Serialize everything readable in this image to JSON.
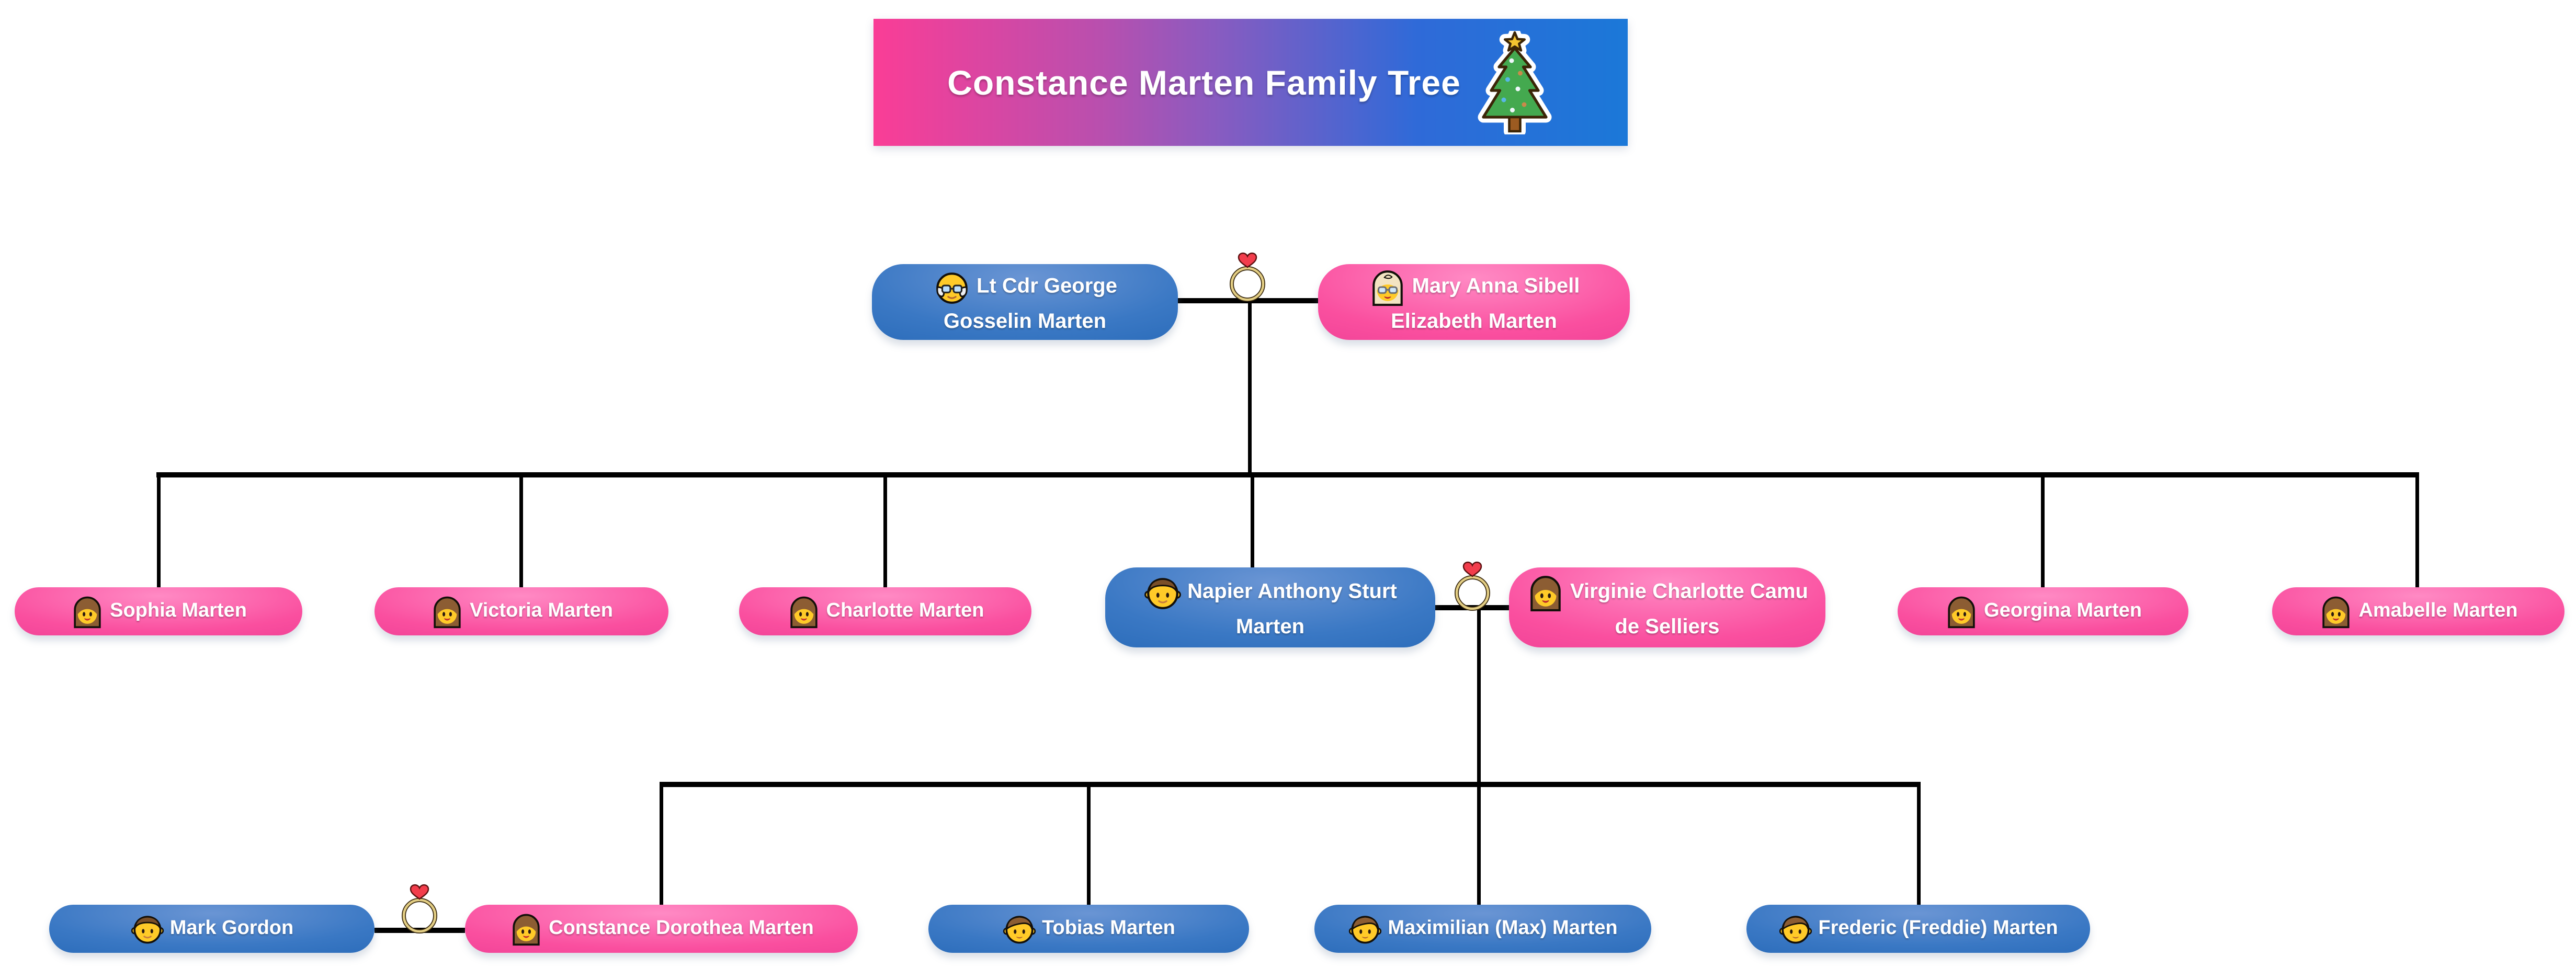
{
  "title": {
    "label": "Constance Marten Family Tree",
    "icon": "christmas-tree-icon"
  },
  "colors": {
    "male_node": "#2D73C2",
    "female_node": "#F4459B",
    "banner_gradient_left": "#FA3D96",
    "banner_gradient_middle": "#8A5BC0",
    "banner_gradient_right": "#1B78D8",
    "connector": "#000000",
    "node_text": "#FFFFFF",
    "ring_gold": "#D9C06F",
    "heart_red": "#F23D4C"
  },
  "persons": {
    "george": {
      "name": "Lt Cdr George Gosselin Marten",
      "gender": "male",
      "icon": "old-man-emoji"
    },
    "mary": {
      "name": "Mary Anna Sibell Elizabeth Marten",
      "gender": "female",
      "icon": "old-woman-emoji"
    },
    "sophia": {
      "name": "Sophia Marten",
      "gender": "female",
      "icon": "woman-emoji"
    },
    "victoria": {
      "name": "Victoria Marten",
      "gender": "female",
      "icon": "woman-emoji"
    },
    "charlotte": {
      "name": "Charlotte Marten",
      "gender": "female",
      "icon": "woman-emoji"
    },
    "napier": {
      "name": "Napier Anthony Sturt Marten",
      "gender": "male",
      "icon": "man-emoji"
    },
    "virginie": {
      "name": "Virginie Charlotte Camu de Selliers",
      "gender": "female",
      "icon": "woman-emoji"
    },
    "georgina": {
      "name": "Georgina Marten",
      "gender": "female",
      "icon": "woman-emoji"
    },
    "amabelle": {
      "name": "Amabelle Marten",
      "gender": "female",
      "icon": "woman-emoji"
    },
    "mark": {
      "name": "Mark Gordon",
      "gender": "male",
      "icon": "man-emoji"
    },
    "constance": {
      "name": "Constance Dorothea Marten",
      "gender": "female",
      "icon": "woman-emoji"
    },
    "tobias": {
      "name": "Tobias Marten",
      "gender": "male",
      "icon": "boy-emoji"
    },
    "max": {
      "name": "Maximilian (Max) Marten",
      "gender": "male",
      "icon": "boy-emoji"
    },
    "frederic": {
      "name": "Frederic (Freddie) Marten",
      "gender": "male",
      "icon": "boy-emoji"
    }
  },
  "relationships": {
    "marriages": [
      [
        "george",
        "mary"
      ],
      [
        "napier",
        "virginie"
      ],
      [
        "mark",
        "constance"
      ]
    ],
    "children": [
      {
        "parents": [
          "george",
          "mary"
        ],
        "children": [
          "sophia",
          "victoria",
          "charlotte",
          "napier",
          "georgina",
          "amabelle"
        ]
      },
      {
        "parents": [
          "napier",
          "virginie"
        ],
        "children": [
          "constance",
          "tobias",
          "max",
          "frederic"
        ]
      }
    ]
  }
}
